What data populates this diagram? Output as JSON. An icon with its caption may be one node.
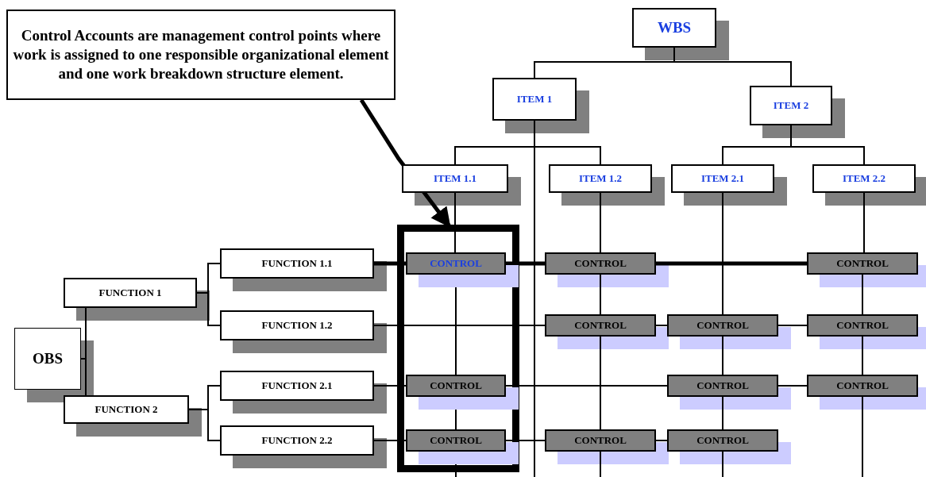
{
  "diagram": {
    "nodes": [
      {
        "text": [
          "Control Accounts are management control points where work is assigned to one responsible organizational element and one work breakdown structure element."
        ]
      },
      {
        "text": [
          "WBS"
        ]
      },
      {
        "text": [
          "ITEM 1"
        ]
      },
      {
        "text": [
          "ITEM 2"
        ]
      },
      {
        "text": [
          "ITEM 1.1"
        ]
      },
      {
        "text": [
          "ITEM 1.2"
        ]
      },
      {
        "text": [
          "ITEM 2.1"
        ]
      },
      {
        "text": [
          "ITEM 2.2"
        ]
      },
      {
        "text": [
          "OBS"
        ]
      },
      {
        "text": [
          "FUNCTION 1"
        ]
      },
      {
        "text": [
          "FUNCTION 1.1"
        ]
      },
      {
        "text": [
          "FUNCTION 1.2"
        ]
      },
      {
        "text": [
          "FUNCTION 2"
        ]
      },
      {
        "text": [
          "FUNCTION 2.1"
        ]
      },
      {
        "text": [
          "FUNCTION 2.2"
        ]
      },
      {
        "text": [],
        "shape": "box"
      },
      {
        "text": [
          "CONTROL"
        ],
        "in": 15
      },
      {
        "text": [
          "CONTROL"
        ]
      },
      {
        "text": [
          "CONTROL"
        ]
      },
      {
        "text": [
          "CONTROL"
        ]
      },
      {
        "text": [
          "CONTROL"
        ]
      },
      {
        "text": [
          "CONTROL"
        ]
      },
      {
        "text": [
          "CONTROL"
        ],
        "in": 15
      },
      {
        "text": [
          "CONTROL"
        ]
      },
      {
        "text": [
          "CONTROL"
        ]
      },
      {
        "text": [
          "CONTROL"
        ],
        "in": 15
      },
      {
        "text": [
          "CONTROL"
        ]
      },
      {
        "text": [
          "CONTROL"
        ]
      }
    ],
    "edges": [
      {
        "from": 1,
        "to": 2,
        "arrow": "none"
      },
      {
        "from": 1,
        "to": 3,
        "arrow": "none"
      },
      {
        "from": 2,
        "to": 4,
        "arrow": "none"
      },
      {
        "from": 2,
        "to": 5,
        "arrow": "none"
      },
      {
        "from": 3,
        "to": 6,
        "arrow": "none"
      },
      {
        "from": 3,
        "to": 7,
        "arrow": "none"
      },
      {
        "from": 2,
        "to": null,
        "arrow": "none"
      },
      {
        "from": 8,
        "to": 9,
        "arrow": "none"
      },
      {
        "from": 8,
        "to": 12,
        "arrow": "none"
      },
      {
        "from": 9,
        "to": 10,
        "arrow": "none"
      },
      {
        "from": 9,
        "to": 11,
        "arrow": "none"
      },
      {
        "from": 12,
        "to": 13,
        "arrow": "none"
      },
      {
        "from": 12,
        "to": 14,
        "arrow": "none"
      },
      {
        "from": 0,
        "to": 15,
        "arrow": "to",
        "style": "thick"
      },
      {
        "from": 10,
        "to": 16,
        "arrow": "none",
        "style": "thick"
      },
      {
        "from": 16,
        "to": 17,
        "arrow": "none",
        "style": "thick"
      },
      {
        "from": 17,
        "to": 18,
        "arrow": "none",
        "style": "thick"
      },
      {
        "from": 11,
        "to": 19,
        "arrow": "none"
      },
      {
        "from": 19,
        "to": 20,
        "arrow": "none"
      },
      {
        "from": 20,
        "to": 21,
        "arrow": "none"
      },
      {
        "from": 13,
        "to": 22,
        "arrow": "none"
      },
      {
        "from": 22,
        "to": 23,
        "arrow": "none"
      },
      {
        "from": 23,
        "to": 24,
        "arrow": "none"
      },
      {
        "from": 14,
        "to": 25,
        "arrow": "none"
      },
      {
        "from": 25,
        "to": 26,
        "arrow": "none"
      },
      {
        "from": 26,
        "to": 27,
        "arrow": "none"
      },
      {
        "from": 27,
        "to": null,
        "arrow": "none"
      },
      {
        "from": 4,
        "to": 16,
        "arrow": "none"
      },
      {
        "from": 16,
        "to": 22,
        "arrow": "none"
      },
      {
        "from": 22,
        "to": 25,
        "arrow": "none"
      },
      {
        "from": 25,
        "to": null,
        "arrow": "none"
      },
      {
        "from": 5,
        "to": 17,
        "arrow": "none"
      },
      {
        "from": 17,
        "to": 19,
        "arrow": "none"
      },
      {
        "from": 19,
        "to": 26,
        "arrow": "none"
      },
      {
        "from": 26,
        "to": null,
        "arrow": "none"
      },
      {
        "from": 6,
        "to": 20,
        "arrow": "none"
      },
      {
        "from": 20,
        "to": 23,
        "arrow": "none"
      },
      {
        "from": 23,
        "to": 27,
        "arrow": "none"
      },
      {
        "from": 7,
        "to": 18,
        "arrow": "none"
      },
      {
        "from": 18,
        "to": 21,
        "arrow": "none"
      },
      {
        "from": 21,
        "to": 24,
        "arrow": "none"
      },
      {
        "from": 24,
        "to": null,
        "arrow": "none"
      }
    ]
  }
}
